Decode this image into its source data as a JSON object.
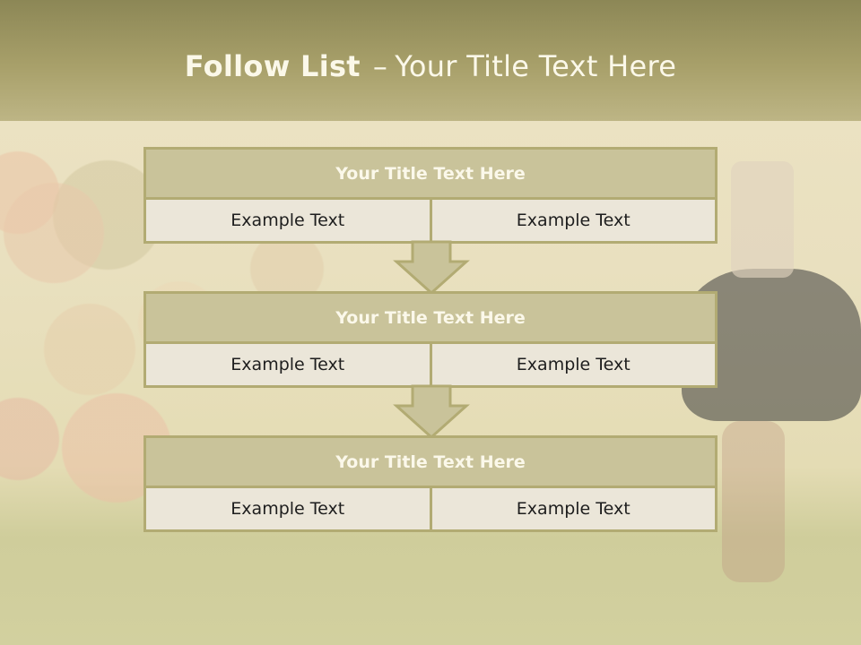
{
  "slide": {
    "title_bold": "Follow List",
    "title_sep": "–",
    "title_rest": "Your Title Text Here"
  },
  "steps": [
    {
      "header": "Your Title Text Here",
      "cells": [
        "Example Text",
        "Example Text"
      ]
    },
    {
      "header": "Your Title Text Here",
      "cells": [
        "Example Text",
        "Example Text"
      ]
    },
    {
      "header": "Your Title Text Here",
      "cells": [
        "Example Text",
        "Example Text"
      ]
    }
  ],
  "colors": {
    "header_band": "#a8a06a",
    "block_header": "#c9c39a",
    "block_border": "#b2ab73",
    "cell_bg": "#ebe6d9",
    "arrow_fill": "#c9c39a"
  }
}
